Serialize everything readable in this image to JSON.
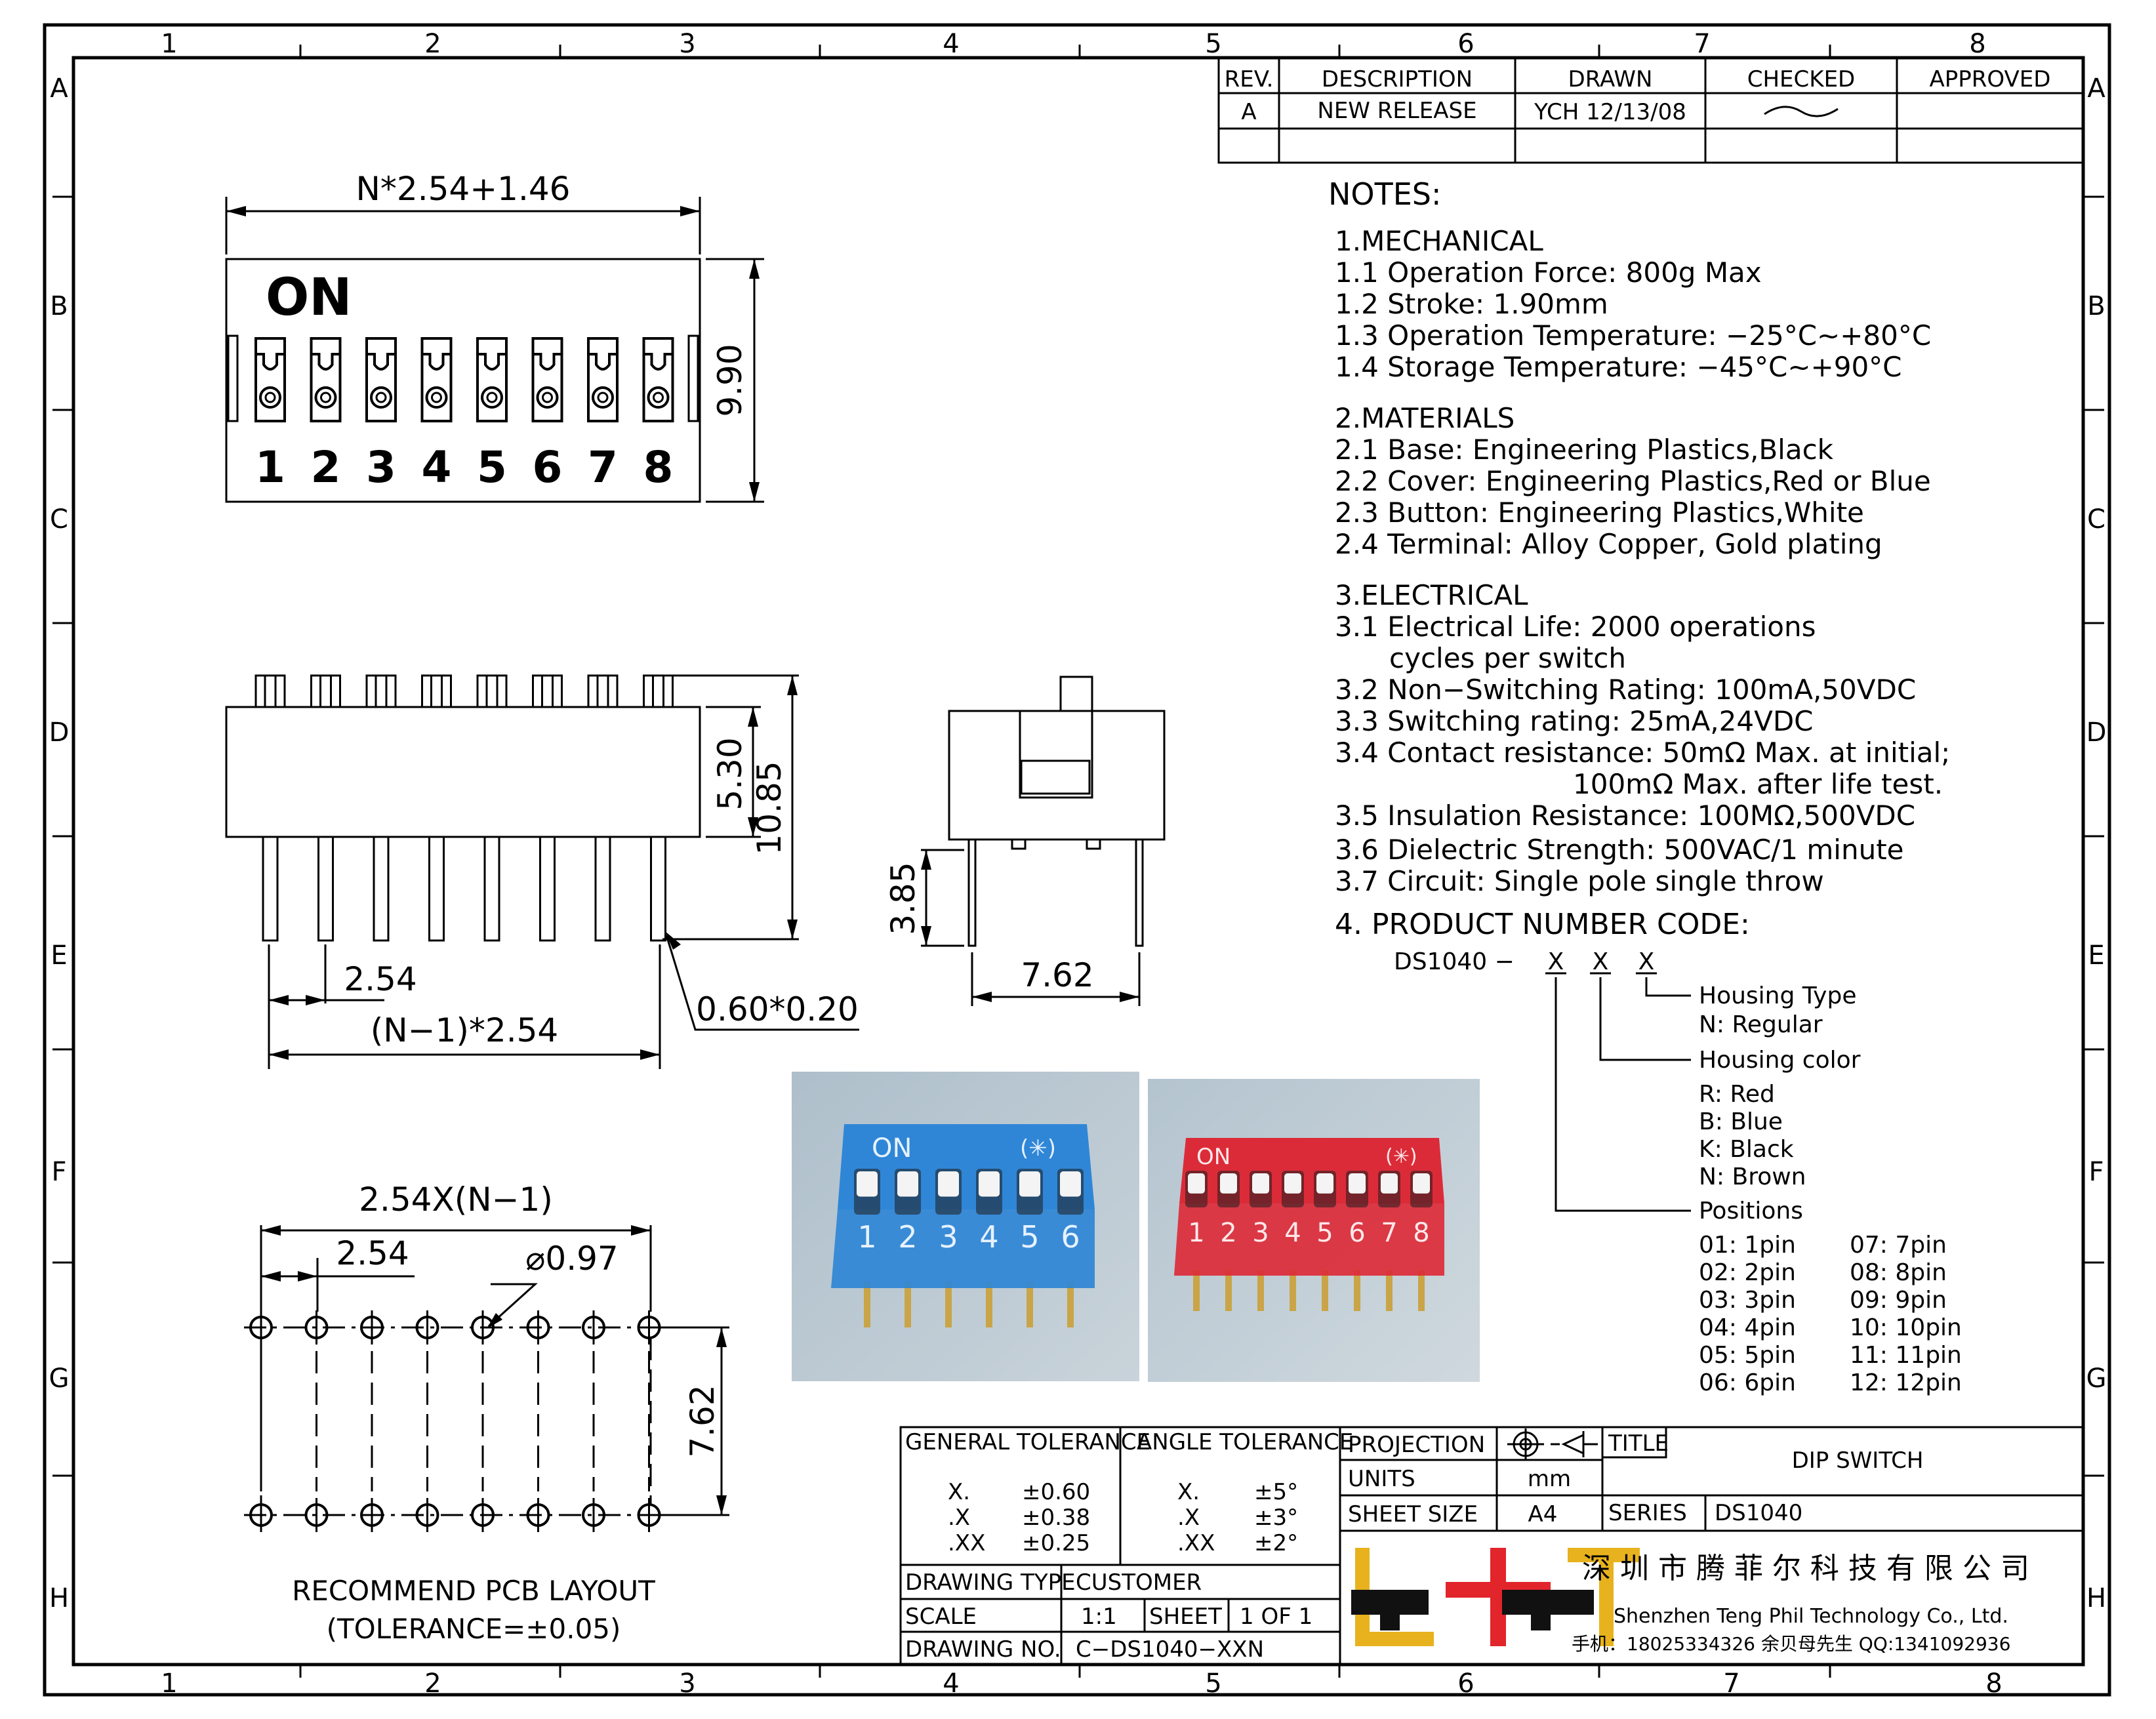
{
  "border": {
    "col_labels": [
      "1",
      "2",
      "3",
      "4",
      "5",
      "6",
      "7",
      "8"
    ],
    "row_labels": [
      "A",
      "B",
      "C",
      "D",
      "E",
      "F",
      "G",
      "H"
    ]
  },
  "revision": {
    "headers": [
      "REV.",
      "DESCRIPTION",
      "DRAWN",
      "CHECKED",
      "APPROVED"
    ],
    "row": [
      "A",
      "NEW RELEASE",
      "YCH 12/13/08",
      "",
      ""
    ]
  },
  "notes": {
    "title": "NOTES:",
    "lines": [
      "1.MECHANICAL",
      "1.1  Operation  Force:  800g  Max",
      "1.2  Stroke:  1.90mm",
      "1.3  Operation  Temperature:  −25°C~+80°C",
      "1.4  Storage  Temperature:  −45°C~+90°C",
      "2.MATERIALS",
      "2.1  Base:  Engineering  Plastics,Black",
      "2.2  Cover:  Engineering  Plastics,Red  or  Blue",
      "2.3  Button:  Engineering  Plastics,White",
      "2.4  Terminal:  Alloy  Copper,  Gold  plating",
      "3.ELECTRICAL",
      "3.1  Electrical  Life:  2000  operations",
      "cycles  per  switch",
      "3.2  Non−Switching  Rating:  100mA,50VDC",
      "3.3  Switching  rating:  25mA,24VDC",
      "3.4  Contact  resistance:  50mΩ  Max.  at  initial;",
      "100mΩ  Max.  after  life  test.",
      "3.5  Insulation  Resistance:  100MΩ,500VDC",
      "3.6  Dielectric  Strength:  500VAC/1  minute",
      "3.7  Circuit:  Single  pole  single  throw"
    ]
  },
  "product_code": {
    "heading": "4.  PRODUCT  NUMBER  CODE:",
    "prefix": "DS1040  −",
    "placeholders": [
      "X",
      "X",
      "X"
    ],
    "housing_type_label": "Housing  Type",
    "housing_type_options": [
      "N:  Regular"
    ],
    "housing_color_label": "Housing  color",
    "housing_color_options": [
      "R:  Red",
      "B:  Blue",
      "K:  Black",
      "N:  Brown"
    ],
    "positions_label": "Positions",
    "positions_left": [
      "01:  1pin",
      "02:  2pin",
      "03:  3pin",
      "04:  4pin",
      "05:  5pin",
      "06:  6pin"
    ],
    "positions_right": [
      "07:  7pin",
      "08:  8pin",
      "09:  9pin",
      "10:  10pin",
      "11:  11pin",
      "12:  12pin"
    ]
  },
  "top_view": {
    "on_label": "ON",
    "switch_numbers": [
      "1",
      "2",
      "3",
      "4",
      "5",
      "6",
      "7",
      "8"
    ],
    "width_dim": "N*2.54+1.46",
    "height_dim": "9.90"
  },
  "side_view": {
    "dim_body": "5.30",
    "dim_total": "10.85",
    "dim_pitch": "2.54",
    "dim_span": "(N−1)*2.54",
    "dim_pin": "0.60*0.20"
  },
  "end_view": {
    "dim_pin_length": "3.85",
    "dim_row_spacing": "7.62"
  },
  "pcb_layout": {
    "dim_span": "2.54X(N−1)",
    "dim_pitch": "2.54",
    "dim_hole": "⌀0.97",
    "dim_row_spacing": "7.62",
    "caption": "RECOMMEND  PCB  LAYOUT",
    "tolerance": "(TOLERANCE=±0.05)"
  },
  "photos": {
    "blue": {
      "on_label": "ON",
      "logo": "(✳)",
      "numbers": [
        "1",
        "2",
        "3",
        "4",
        "5",
        "6"
      ],
      "color": "#2f86d6"
    },
    "red": {
      "on_label": "ON",
      "logo": "(✳)",
      "numbers": [
        "1",
        "2",
        "3",
        "4",
        "5",
        "6",
        "7",
        "8"
      ],
      "color": "#dc2b38"
    }
  },
  "title_block": {
    "general_tolerance_label": "GENERAL  TOLERANCE",
    "general_tolerance": [
      {
        "place": "X.",
        "value": "±0.60"
      },
      {
        "place": ".X",
        "value": "±0.38"
      },
      {
        "place": ".XX",
        "value": "±0.25"
      }
    ],
    "angle_tolerance_label": "ANGLE  TOLERANCE",
    "angle_tolerance": [
      {
        "place": "X.",
        "value": "±5°"
      },
      {
        "place": ".X",
        "value": "±3°"
      },
      {
        "place": ".XX",
        "value": "±2°"
      }
    ],
    "projection_label": "PROJECTION",
    "units_label": "UNITS",
    "units_value": "mm",
    "sheet_size_label": "SHEET  SIZE",
    "sheet_size_value": "A4",
    "title_label": "TITLE",
    "title_value": "DIP  SWITCH",
    "series_label": "SERIES",
    "series_value": "DS1040",
    "drawing_type_label": "DRAWING  TYPE",
    "drawing_type_value": "CUSTOMER",
    "scale_label": "SCALE",
    "scale_value": "1:1",
    "sheet_label": "SHEET",
    "sheet_value": "1  OF  1",
    "drawing_no_label": "DRAWING  NO.",
    "drawing_no_value": "C−DS1040−XXN",
    "company_cn": "深 圳 市 腾 菲 尔 科 技 有 限 公 司",
    "company_en": "Shenzhen  Teng  Phil  Technology  Co.,  Ltd.",
    "contact": "手机：18025334326  余贝母先生     QQ:1341092936",
    "logo_colors": [
      "#e8b21e",
      "#e2242b",
      "#111111"
    ]
  }
}
